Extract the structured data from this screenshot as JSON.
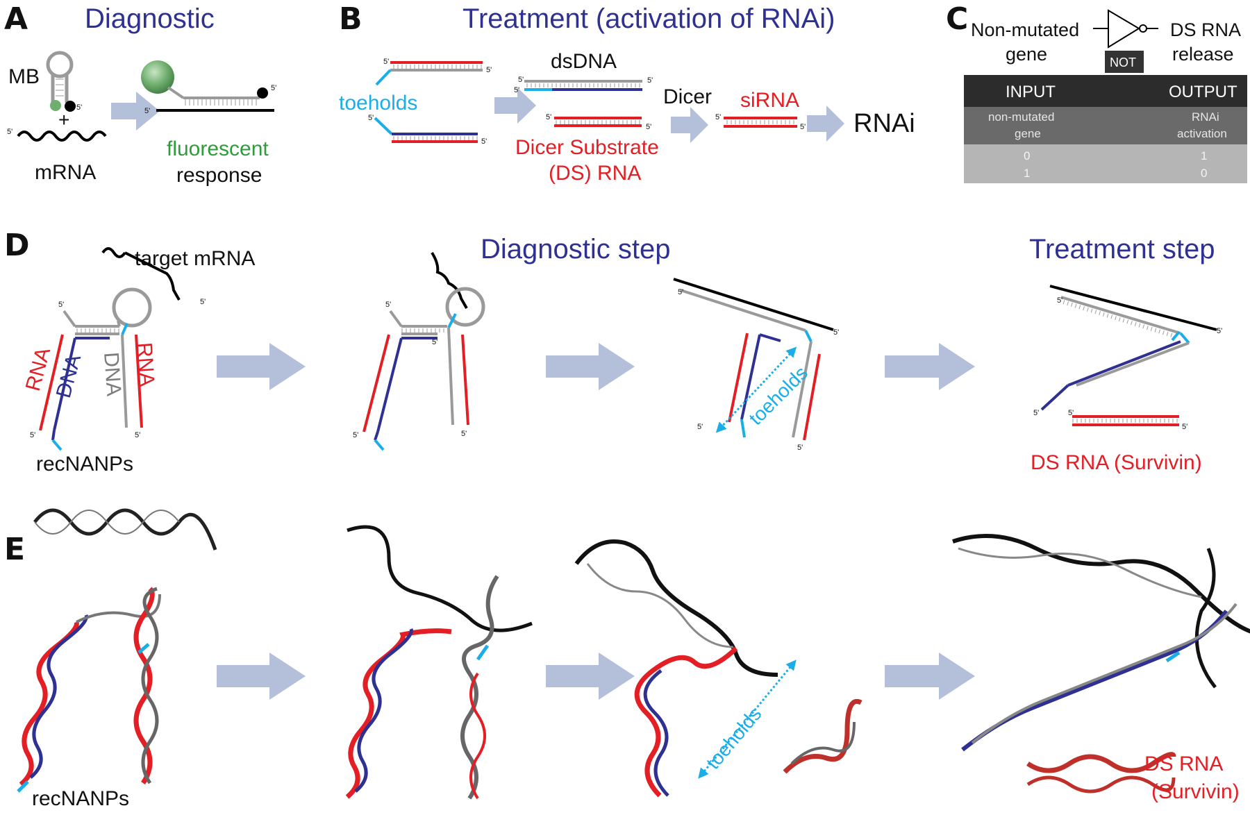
{
  "panels": {
    "A": {
      "letter": "A",
      "title": "Diagnostic",
      "mb": "MB",
      "plus": "+",
      "mrna": "mRNA",
      "fluorescent": "fluorescent",
      "response": "response"
    },
    "B": {
      "letter": "B",
      "title": "Treatment (activation of RNAi)",
      "toeholds": "toeholds",
      "dsdna": "dsDNA",
      "dicer": "Dicer",
      "sirna": "siRNA",
      "dicer_substrate": "Dicer Substrate",
      "ds_rna": "(DS) RNA",
      "rnai": "RNAi"
    },
    "C": {
      "letter": "C",
      "input_label_1": "Non-mutated",
      "input_label_2": "gene",
      "output_label_1": "DS RNA",
      "output_label_2": "release",
      "gate": "NOT",
      "table": {
        "headers": [
          "INPUT",
          "OUTPUT"
        ],
        "subheaders": [
          [
            "non-mutated",
            "gene"
          ],
          [
            "RNAi",
            "activation"
          ]
        ],
        "rows": [
          [
            "0",
            "1"
          ],
          [
            "1",
            "0"
          ]
        ]
      }
    },
    "D": {
      "letter": "D",
      "target_mrna": "target mRNA",
      "diagnostic_step": "Diagnostic step",
      "treatment_step": "Treatment step",
      "rna": "RNA",
      "dna": "DNA",
      "recnanps": "recNANPs",
      "toeholds": "toeholds",
      "ds_rna_survivin": "DS RNA (Survivin)"
    },
    "E": {
      "letter": "E",
      "recnanps": "recNANPs",
      "toeholds": "toeholds",
      "ds_rna": "DS RNA",
      "survivin": "(Survivin)"
    }
  },
  "prime_mark": "5'",
  "colors": {
    "title_blue": "#2e3192",
    "rna_red": "#e31e24",
    "dna_navy": "#2e3192",
    "toehold_cyan": "#19aee8",
    "dna_gray": "#8c8c8c",
    "arrow": "#b4bfd9",
    "fluor_green": "#2e9c3a"
  }
}
